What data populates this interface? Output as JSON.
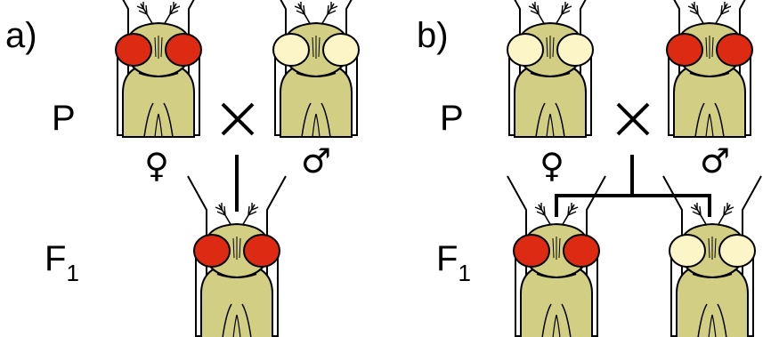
{
  "panel_a": {
    "label": "a)",
    "parent_generation": "P",
    "offspring_generation": "F",
    "offspring_subscript": "1",
    "female_symbol": "♀",
    "male_symbol": "♂",
    "cross_symbol": "✕"
  },
  "panel_b": {
    "label": "b)",
    "parent_generation": "P",
    "offspring_generation": "F",
    "offspring_subscript": "1",
    "female_symbol": "♀",
    "male_symbol": "♂",
    "cross_symbol": "✕"
  },
  "colors": {
    "red_eye": "#dd2a12",
    "white_eye": "#fbf5c8",
    "body": "#d2cf84",
    "outline": "#000000",
    "background": "#ffffff"
  }
}
